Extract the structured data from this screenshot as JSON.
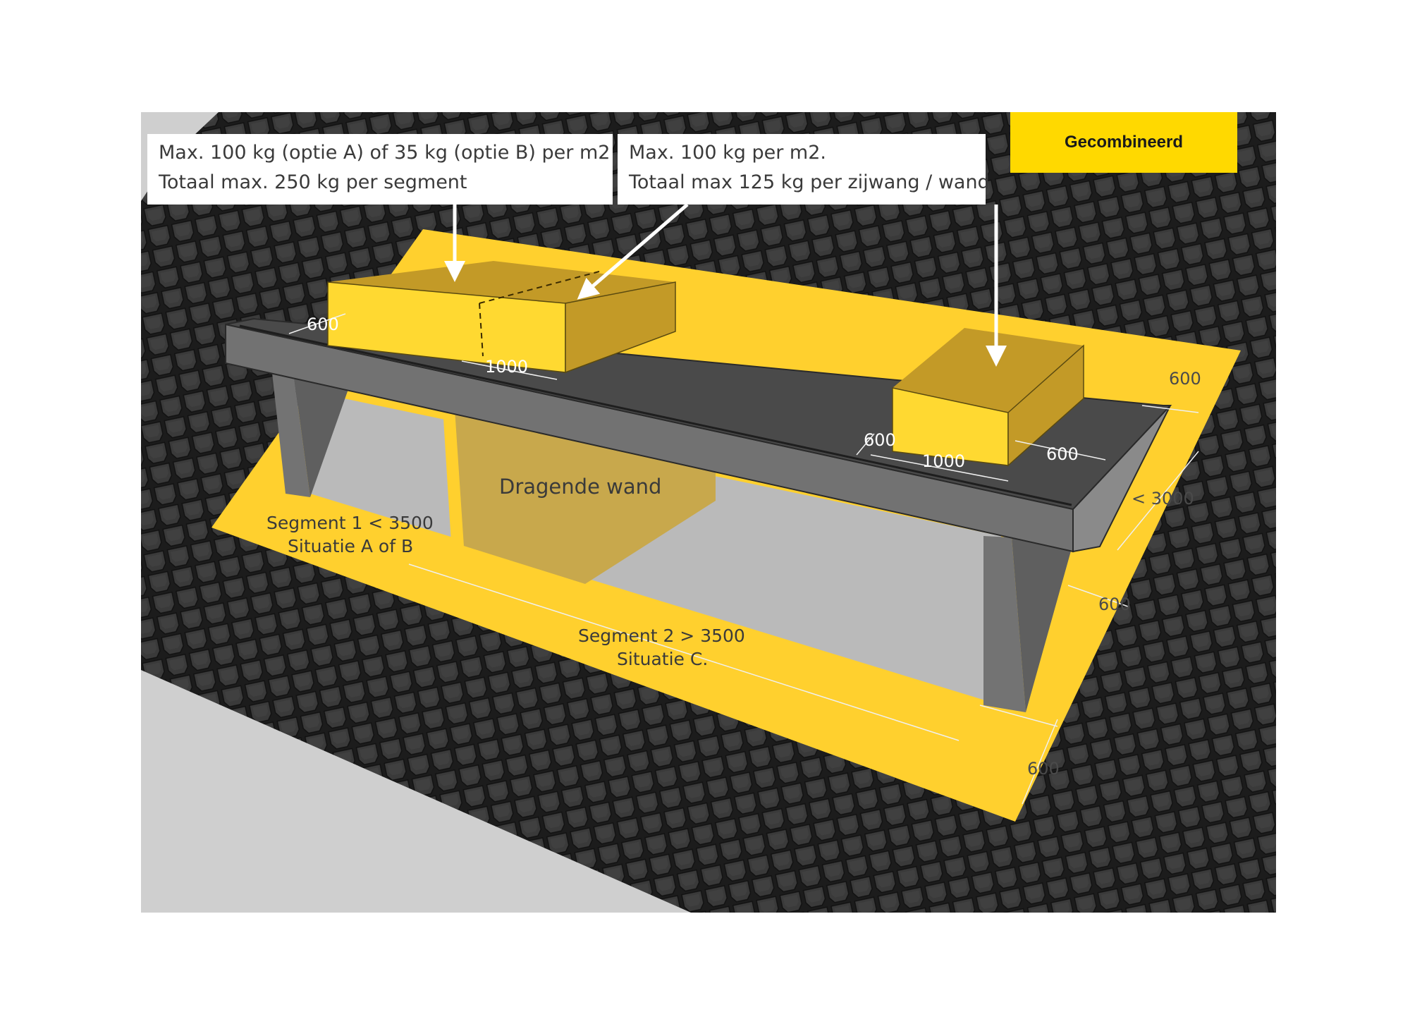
{
  "badge": {
    "label": "Gecombineerd"
  },
  "callouts": {
    "left": {
      "line1": "Max. 100 kg (optie A) of 35 kg (optie B) per m2",
      "line2": "Totaal max. 250 kg per segment"
    },
    "right": {
      "line1": "Max. 100 kg per m2.",
      "line2": "Totaal max 125 kg per zijwang / wand"
    }
  },
  "labels": {
    "wall": "Dragende wand",
    "segment1_line1": "Segment 1 < 3500",
    "segment1_line2": "Situatie A of B",
    "segment2_line1": "Segment 2 > 3500",
    "segment2_line2": "Situatie C."
  },
  "dimensions": {
    "box_left_depth": "600",
    "box_left_width": "1000",
    "box_right_depth": "600",
    "box_right_width": "1000",
    "box_right_edge": "600",
    "side_top": "600",
    "side_height": "< 3000",
    "side_mid": "600",
    "bottom": "600"
  },
  "colors": {
    "zone_yellow": "#ffd02e",
    "box_top": "#c39a27",
    "box_front": "#ffd931",
    "roof_flat": "#4a4a4a",
    "roof_edge": "#727272",
    "tiles": "#262626",
    "wall_gold": "#c8a84c",
    "interior_gray": "#bababa"
  }
}
